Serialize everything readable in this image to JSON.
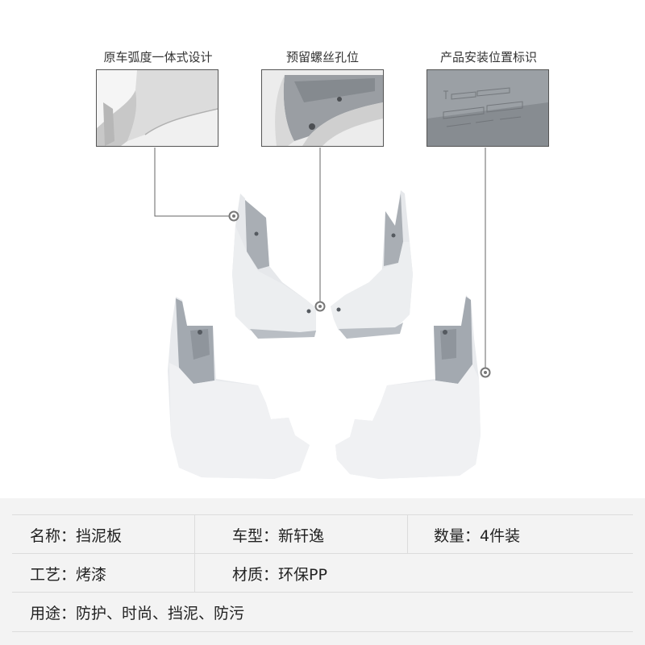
{
  "callouts": [
    {
      "label": "原车弧度一体式设计"
    },
    {
      "label": "预留螺丝孔位"
    },
    {
      "label": "产品安装位置标识"
    }
  ],
  "specs": {
    "name": {
      "label": "名称：",
      "value": "挡泥板"
    },
    "model": {
      "label": "车型：",
      "value": "新轩逸"
    },
    "quantity": {
      "label": "数量：",
      "value": "4件装"
    },
    "process": {
      "label": "工艺：",
      "value": "烤漆"
    },
    "material": {
      "label": "材质：",
      "value": "环保PP"
    },
    "usage": {
      "label": "用途：",
      "value": "防护、时尚、挡泥、防污"
    }
  }
}
